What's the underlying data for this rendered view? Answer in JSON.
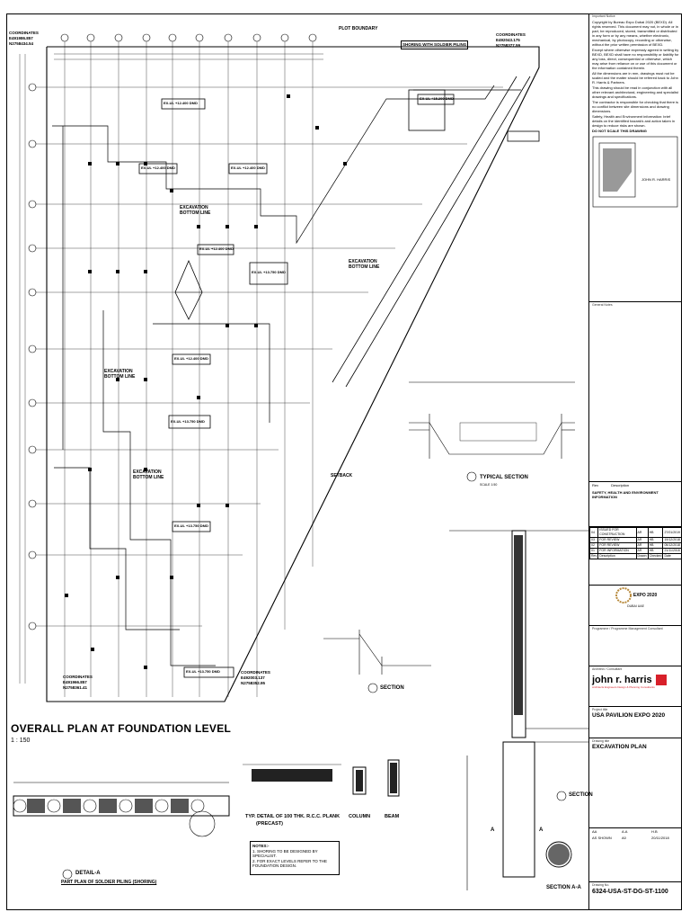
{
  "drawing": {
    "main_title": "OVERALL PLAN AT FOUNDATION LEVEL",
    "main_scale": "1 : 150",
    "plot_boundary_label": "PLOT BOUNDARY",
    "shoring_label": "SHORING WITH SOLDIER PILING",
    "coord_top_left": "COORDINATES\nE491986.857\nN2758434.54",
    "coord_top_right": "COORDINATES\nE492043.175\nN2758377.59",
    "coord_bottom_left": "COORDINATES\nE491966.857\nN2758361.41",
    "coord_bottom_right": "COORDINATES\nE492003.137\nN2758352.95",
    "excavation_labels": [
      "EXCAVATION\nBOTTOM LINE",
      "EXCAVATION\nBOTTOM LINE",
      "EXCAVATION\nBOTTOM LINE",
      "EXCAVATION\nBOTTOM LINE"
    ],
    "level_tags": [
      "EX-UL +12.400 DMD",
      "EX-UL +12.400 DMD",
      "EX-UL +12.400 DMD",
      "EX-UL +12.400 DMD",
      "EX-UL +12.400 DMD",
      "EX-UL +13.750 DMD",
      "EX-UL +13.750 DMD",
      "EX-UL +13.750 DMD",
      "EX-UL +15.200 DMD",
      "EX-UL +13.750 DMD"
    ],
    "setback_label": "SETBACK",
    "typical_section_title": "TYPICAL SECTION",
    "typical_section_scale": "SCALE 1:50",
    "section_title": "SECTION",
    "section_aa_title": "SECTION A-A",
    "detail_a_title": "DETAIL-A",
    "detail_a_sub": "PART PLAN OF SOLDIER PILING (SHORING)",
    "typ_plank_title": "TYP. DETAIL OF 100 THK. R.C.C. PLANK",
    "typ_plank_sub": "(PRECAST)",
    "column_label": "COLUMN",
    "beam_label": "BEAM",
    "notes_title": "NOTES:-",
    "notes": [
      "1.  SHORING TO BE DESIGNED BY SPECIALIST.",
      "2.  FOR EXACT LEVELS REFER TO THE FOUNDATION DESIGN."
    ],
    "section_a": "A"
  },
  "title_block": {
    "important_notice_title": "Important Notice",
    "important_notice": [
      "Copyright by Bureau Expo Dubai 2020 (BEXD). All rights reserved. This document may not, in whole or in part, be reproduced, stored, transmitted or distributed in any form or by any means, whether electronic, mechanical, by photocopy, recording or otherwise, without the prior written permission of BEXD.",
      "Except where otherwise expressly agreed in writing by BEXD, BEXD shall have no responsibility or liability for any loss, direct, consequential or otherwise, which may arise from reliance on or use of this document or the information contained therein.",
      "All the dimensions are in mm, drawings must not be scaled and the matter should be referred back to John R. Harris & Partners.",
      "This drawing should be read in conjunction with all other relevant architectural, engineering and specialist drawings and specifications.",
      "The contractor is responsible for checking that there is no conflict between site dimensions and drawing dimensions.",
      "Safety, Health and Environment information: brief details on the identified hazard/s and action taken in design to reduce risks are shown."
    ],
    "do_not_scale": "DO NOT SCALE THIS DRAWING",
    "general_notes": "General Notes",
    "revision_col_rev": "Rev",
    "revision_col_desc": "Description",
    "safety_info": "SAFETY, HEALTH AND ENVIRONMENT INFORMATION",
    "revisions": [
      [
        "04",
        "ISSUED FOR CONSTRUCTION",
        "AR",
        "HB",
        "27/01/2019"
      ],
      [
        "03",
        "FOR REVIEW",
        "AR",
        "HB",
        "19/12/2018"
      ],
      [
        "02",
        "FOR REVIEW",
        "AR",
        "HB",
        "05/12/2018"
      ],
      [
        "01",
        "FOR INFORMATION",
        "AR",
        "HB",
        "21/11/2018"
      ]
    ],
    "revision_header": [
      "Rev",
      "Description",
      "Drawn",
      "Checked",
      "Date"
    ],
    "client": "EXPO 2020",
    "client_sub": "DUBAI UAE",
    "consultant_label": "Programme / Programme Management Consultant",
    "architect_label": "Architect / Consultant",
    "architect": "john r. harris",
    "architect_sub": "Architects Engineers Design & Planning Consultants",
    "project_label": "Project title",
    "project": "USA PAVILION EXPO 2020",
    "drawing_label": "Drawing title",
    "drawing_title": "EXCAVATION PLAN",
    "designed": "AA",
    "drawn": "A.A",
    "checked": "H.B",
    "scale": "AS SHOWN",
    "size": "A0",
    "date": "20/11/2018",
    "drawing_no_label": "Drawing No.",
    "drawing_no": "6324-USA-ST-DG-ST-1100"
  },
  "colors": {
    "ink": "#000000",
    "accent": "#d8202a",
    "logo": "#b88a3c"
  }
}
